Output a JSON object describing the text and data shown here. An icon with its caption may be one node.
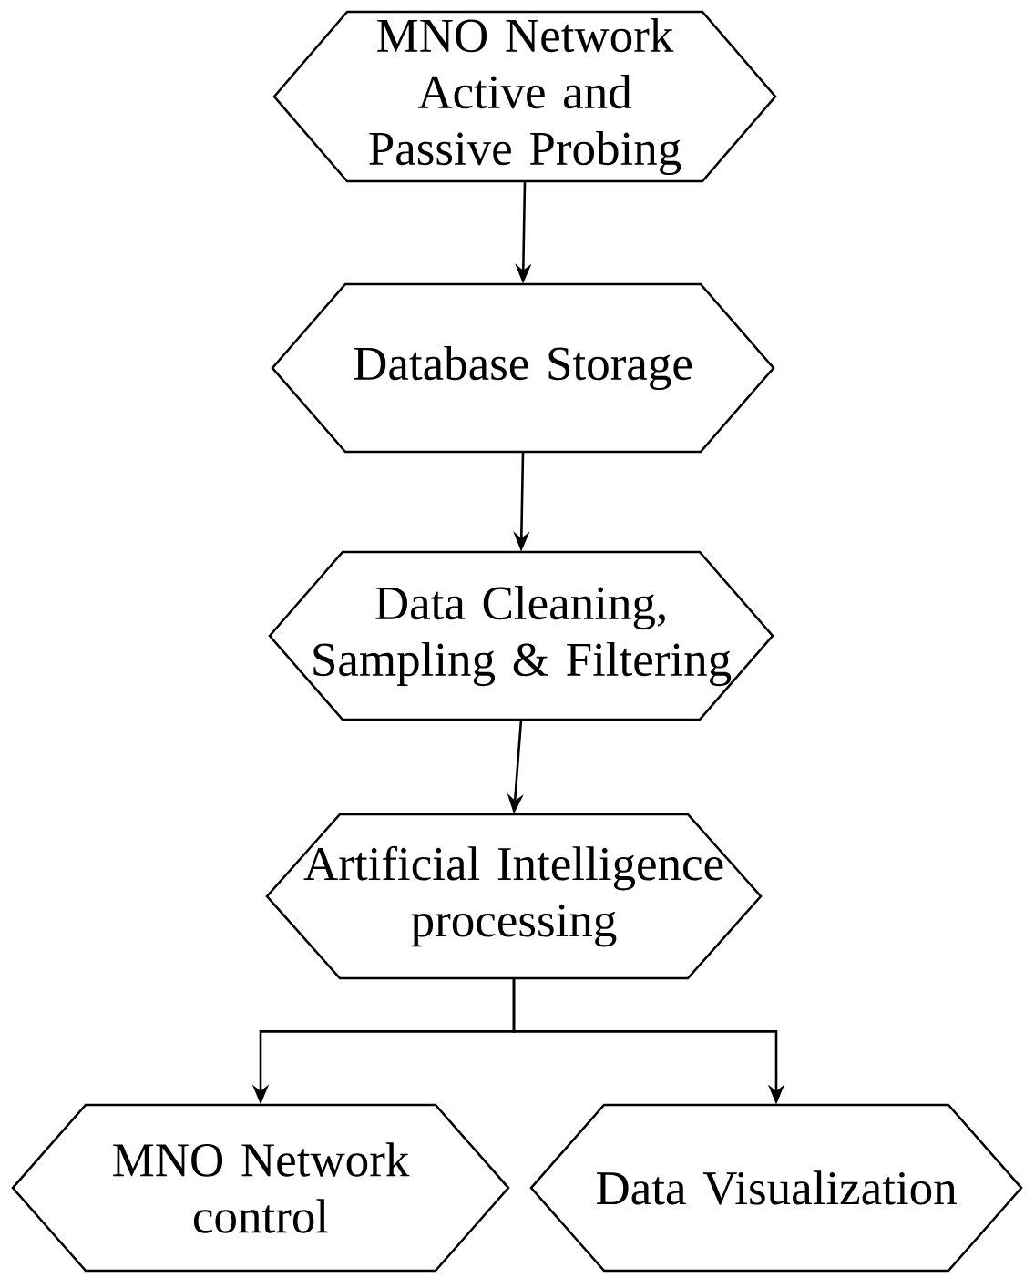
{
  "diagram": {
    "nodes": [
      {
        "text": [
          "MNO Network Active and Passive Probing"
        ]
      },
      {
        "text": [
          "Database Storage"
        ]
      },
      {
        "text": [
          "Data Cleaning, Sampling & Filtering"
        ]
      },
      {
        "text": [
          "Artificial Intelligence processing"
        ]
      },
      {
        "text": [
          "MNO Network control"
        ]
      },
      {
        "text": [
          "Data Visualization"
        ]
      }
    ],
    "edges": [
      {
        "from": 0,
        "to": 1,
        "arrow": "to"
      },
      {
        "from": 1,
        "to": 2,
        "arrow": "to"
      },
      {
        "from": 2,
        "to": 3,
        "arrow": "to"
      },
      {
        "from": 3,
        "to": 4,
        "arrow": "to"
      },
      {
        "from": 3,
        "to": 5,
        "arrow": "to"
      }
    ]
  }
}
